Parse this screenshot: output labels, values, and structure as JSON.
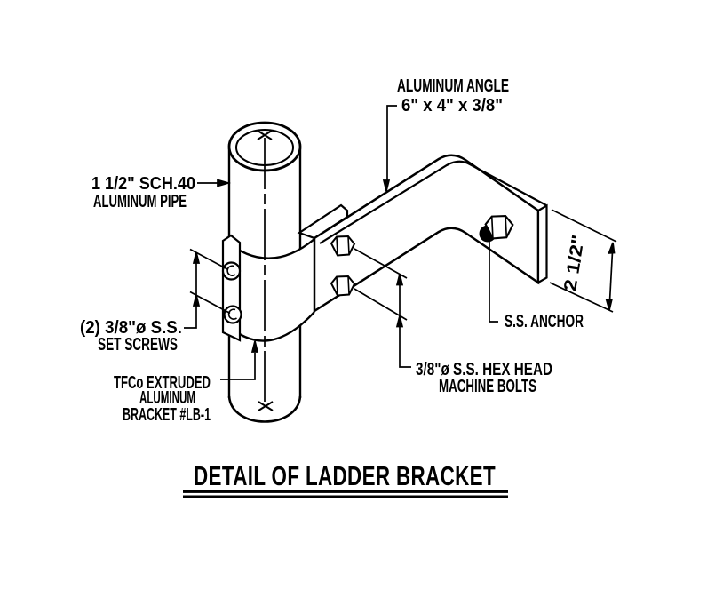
{
  "meta": {
    "type": "technical-detail-drawing",
    "view": "isometric pipe-to-ladder bracket detail"
  },
  "title": {
    "text": "DETAIL OF LADDER BRACKET"
  },
  "callouts": {
    "aluminum_angle": {
      "line1": "ALUMINUM ANGLE",
      "line2": "6\" x 4\" x 3/8\""
    },
    "aluminum_pipe": {
      "line1": "1 1/2\" SCH.40",
      "line2": "ALUMINUM PIPE"
    },
    "set_screws": {
      "line1": "(2) 3/8\"ø S.S.",
      "line2": "SET SCREWS"
    },
    "extruded_bracket": {
      "line1": "TFCo EXTRUDED",
      "line2": "ALUMINUM",
      "line3": "BRACKET #LB-1"
    },
    "anchor": {
      "line1": "S.S. ANCHOR"
    },
    "machine_bolts": {
      "line1": "3/8\"ø S.S. HEX HEAD",
      "line2": "MACHINE BOLTS"
    }
  },
  "dimensions": {
    "angle_height": "2 1/2\""
  },
  "colors": {
    "ink": "#000000",
    "paper": "#ffffff"
  }
}
